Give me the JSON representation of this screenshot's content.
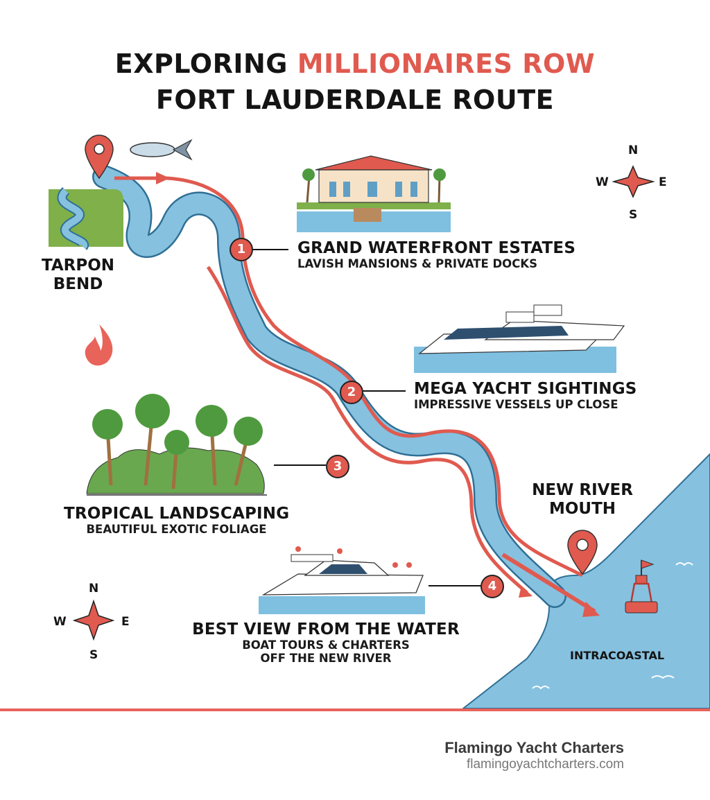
{
  "title": {
    "line1_prefix": "EXPLORING ",
    "line1_accent": "MILLIONAIRES ROW",
    "line2": "FORT LAUDERDALE ROUTE"
  },
  "colors": {
    "accent_red": "#e05a4f",
    "river_blue": "#7fbfe0",
    "river_outline": "#2f6f95",
    "land_green": "#7fb04a",
    "text_dark": "#141414"
  },
  "places": {
    "start": {
      "line1": "TARPON",
      "line2": "BEND"
    },
    "end": {
      "line1": "NEW RIVER",
      "line2": "MOUTH"
    },
    "water": "INTRACOASTAL"
  },
  "stops": [
    {
      "number": "1",
      "title": "GRAND WATERFRONT ESTATES",
      "subtitle": "LAVISH MANSIONS & PRIVATE DOCKS"
    },
    {
      "number": "2",
      "title": "MEGA YACHT SIGHTINGS",
      "subtitle": "IMPRESSIVE VESSELS UP CLOSE"
    },
    {
      "number": "3",
      "title": "TROPICAL LANDSCAPING",
      "subtitle": "BEAUTIFUL EXOTIC FOLIAGE"
    },
    {
      "number": "4",
      "title": "BEST VIEW FROM THE WATER",
      "subtitle": "BOAT TOURS & CHARTERS",
      "subtitle2": "OFF THE NEW RIVER"
    }
  ],
  "compass": {
    "n": "N",
    "e": "E",
    "s": "S",
    "w": "W"
  },
  "icons": [
    "map-pin-icon",
    "fish-icon",
    "flame-icon",
    "compass-rose-icon",
    "buoy-icon",
    "mansion-illustration",
    "mega-yacht-illustration",
    "palm-trees-illustration",
    "tour-boat-illustration",
    "river-map-icon"
  ],
  "footer": {
    "brand": "Flamingo Yacht Charters",
    "url": "flamingoyachtcharters.com"
  }
}
